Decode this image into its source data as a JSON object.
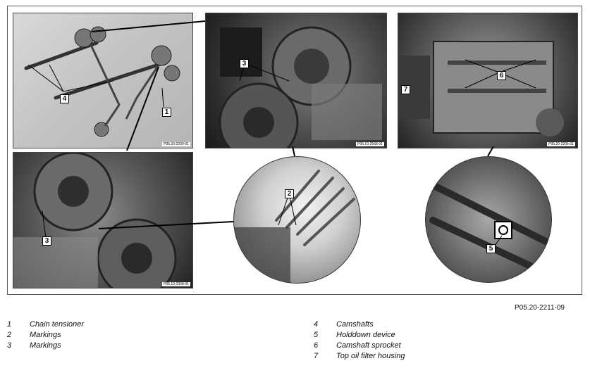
{
  "figure_id": "P05.20-2211-09",
  "panels": {
    "top_left": {
      "code": "P05.20-2209-01"
    },
    "top_mid": {
      "code": "P05.10-2568-01"
    },
    "top_right": {
      "code": "P05.20-2205-01"
    },
    "bottom_left": {
      "code": "P05.10-2368-01"
    }
  },
  "callouts": {
    "c1": "1",
    "c2": "2",
    "c3a": "3",
    "c3b": "3",
    "c4": "4",
    "c5": "5",
    "c6": "6",
    "c7": "7"
  },
  "legend": {
    "left": [
      {
        "num": "1",
        "label": "Chain tensioner"
      },
      {
        "num": "2",
        "label": "Markings"
      },
      {
        "num": "3",
        "label": "Markings"
      }
    ],
    "right": [
      {
        "num": "4",
        "label": "Camshafts"
      },
      {
        "num": "5",
        "label": "Holddown device"
      },
      {
        "num": "6",
        "label": "Camshaft sprocket"
      },
      {
        "num": "7",
        "label": "Top oil filter housing"
      }
    ]
  }
}
